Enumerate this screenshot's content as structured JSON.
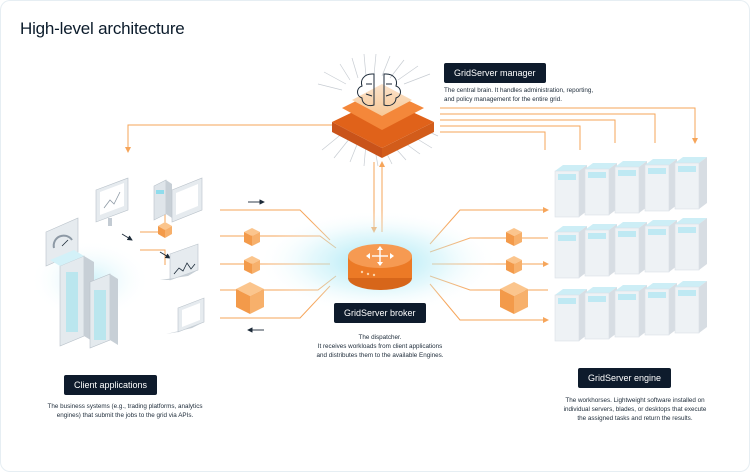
{
  "title": "High-level architecture",
  "manager": {
    "label": "GridServer manager",
    "desc": [
      "The central brain. It handles administration, reporting,",
      "and policy management for the entire grid."
    ]
  },
  "broker": {
    "label": "GridServer broker",
    "desc": [
      "The dispatcher.",
      "It receives workloads from client applications",
      "and distributes them to the available Engines."
    ]
  },
  "clients": {
    "label": "Client applications",
    "desc": [
      "The business systems (e.g., trading platforms, analytics",
      "engines) that submit the jobs to the grid via APIs."
    ]
  },
  "engine": {
    "label": "GridServer engine",
    "desc": [
      "The workhorses. Lightweight software installed on",
      "individual servers, blades, or desktops that execute",
      "the assigned tasks and return the results."
    ]
  },
  "colors": {
    "accent": "#f47b20",
    "line": "#f6a55a",
    "label_bg": "#0e1b2c",
    "glow": "#aee8f4"
  },
  "icons": [
    "brain-chip-icon",
    "router-icon",
    "server-rack-icon",
    "monitor-icon",
    "laptop-icon",
    "dashboard-icon",
    "cube-icon",
    "arrow-icon"
  ]
}
